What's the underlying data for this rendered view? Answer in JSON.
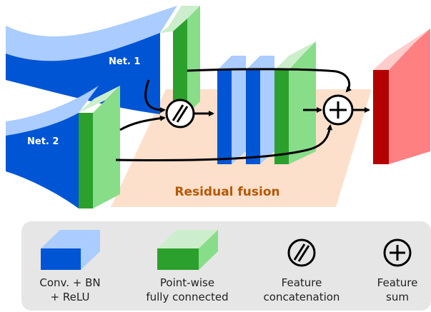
{
  "diagram": {
    "net1_label": "Net. 1",
    "net2_label": "Net. 2",
    "fusion_label": "Residual fusion",
    "colors": {
      "conv_front": "#0055d4",
      "conv_light": "#aaccff",
      "fc_front": "#2ca02c",
      "fc_light": "#88dd88",
      "output_front": "#b30000",
      "output_light": "#ff8080",
      "fusion_band": "#fde0cc",
      "legend_bg": "#e6e6e6"
    }
  },
  "legend": {
    "conv": {
      "line1": "Conv. + BN",
      "line2": "+ ReLU"
    },
    "fc": {
      "line1": "Point-wise",
      "line2": "fully connected"
    },
    "concat": {
      "line1": "Feature",
      "line2": "concatenation"
    },
    "sum": {
      "line1": "Feature",
      "line2": "sum"
    }
  }
}
